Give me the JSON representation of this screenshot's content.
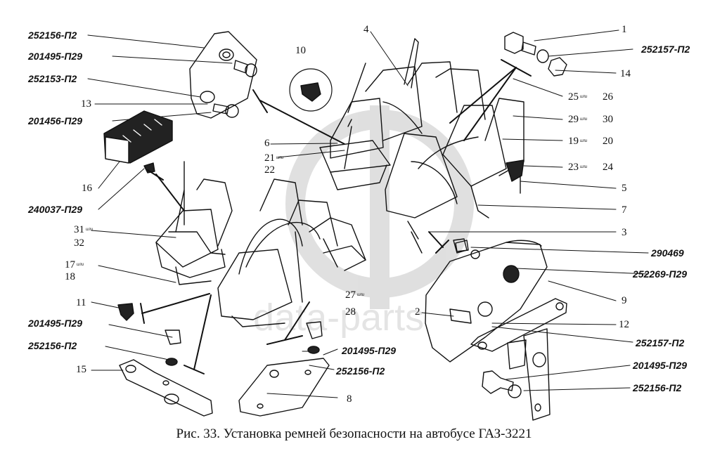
{
  "caption": "Рис. 33. Установка ремней безопасности на автобусе ГАЗ-3221",
  "watermark": "data-parts",
  "ili": "или",
  "codes": {
    "c1": "252156-П2",
    "c2": "201495-П29",
    "c3": "252153-П2",
    "c4": "201456-П29",
    "c5": "240037-П29",
    "c6": "201495-П29",
    "c7": "252156-П2",
    "c8": "252157-П2",
    "c9": "290469",
    "c10": "252269-П29",
    "c11": "201495-П29",
    "c12": "252156-П2",
    "c13": "252157-П2",
    "c14": "201495-П29",
    "c15": "252156-П2"
  },
  "numbers": {
    "n1": "1",
    "n2": "2",
    "n3": "3",
    "n4": "4",
    "n5": "5",
    "n6": "6",
    "n7": "7",
    "n8": "8",
    "n9": "9",
    "n10": "10",
    "n11": "11",
    "n12": "12",
    "n13": "13",
    "n14": "14",
    "n15": "15",
    "n16": "16",
    "n17": "17",
    "n18": "18",
    "n19": "19",
    "n20": "20",
    "n21": "21",
    "n22": "22",
    "n23": "23",
    "n24": "24",
    "n25": "25",
    "n26": "26",
    "n27": "27",
    "n28": "28",
    "n29": "29",
    "n30": "30",
    "n31": "31",
    "n32": "32"
  }
}
